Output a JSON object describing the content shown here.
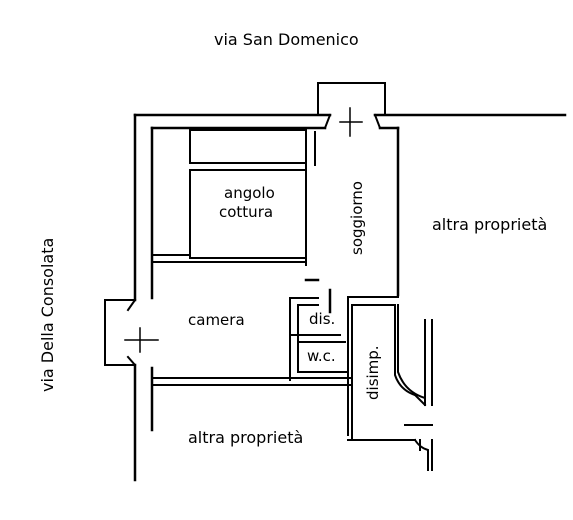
{
  "streets": {
    "north": "via San Domenico",
    "west": "via Della Consolata"
  },
  "neighbors": {
    "east": "altra proprietà",
    "south": "altra proprietà"
  },
  "rooms": {
    "kitchen_line1": "angolo",
    "kitchen_line2": "cottura",
    "living": "soggiorno",
    "bedroom": "camera",
    "storage": "dis.",
    "toilet": "w.c.",
    "hall": "disimp."
  },
  "colors": {
    "ink": "#000000",
    "paper": "#ffffff"
  }
}
